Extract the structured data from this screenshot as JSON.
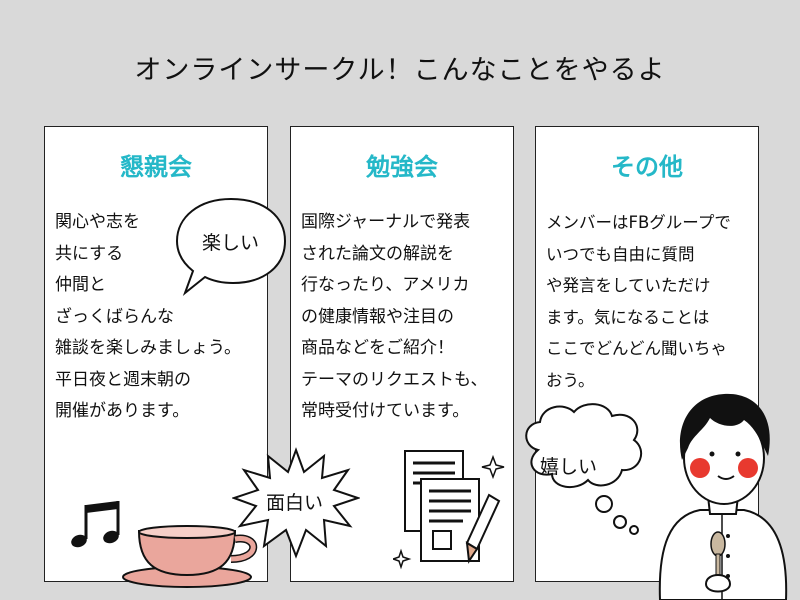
{
  "title": "オンラインサークル！こんなことをやるよ",
  "panels": [
    {
      "heading": "懇親会",
      "body": "関心や志を\n共にする\n仲間と\nざっくばらんな\n雑談を楽しみましょう。\n平日夜と週末朝の\n開催があります。",
      "bubble": "楽しい"
    },
    {
      "heading": "勉強会",
      "body": "国際ジャーナルで発表\nされた論文の解説を\n行なったり、アメリカ\nの健康情報や注目の\n商品などをご紹介！\nテーマのリクエストも、\n常時受付けています。",
      "bubble": "面白い"
    },
    {
      "heading": "その他",
      "body": "メンバーはFBグループで\nいつでも自由に質問\nや発言をしていただけ\nます。気になることは\nここでどんどん聞いちゃ\nおう。",
      "bubble": "嬉しい"
    }
  ],
  "icons": {
    "music": "music-notes-icon",
    "cup": "coffee-cup-icon",
    "papers": "documents-pencil-icon",
    "person": "person-with-spoon-icon"
  },
  "colors": {
    "heading": "#25b8c8",
    "background": "#d9d9d9",
    "cup": "#eaa69c",
    "cheek": "#e8392f"
  }
}
